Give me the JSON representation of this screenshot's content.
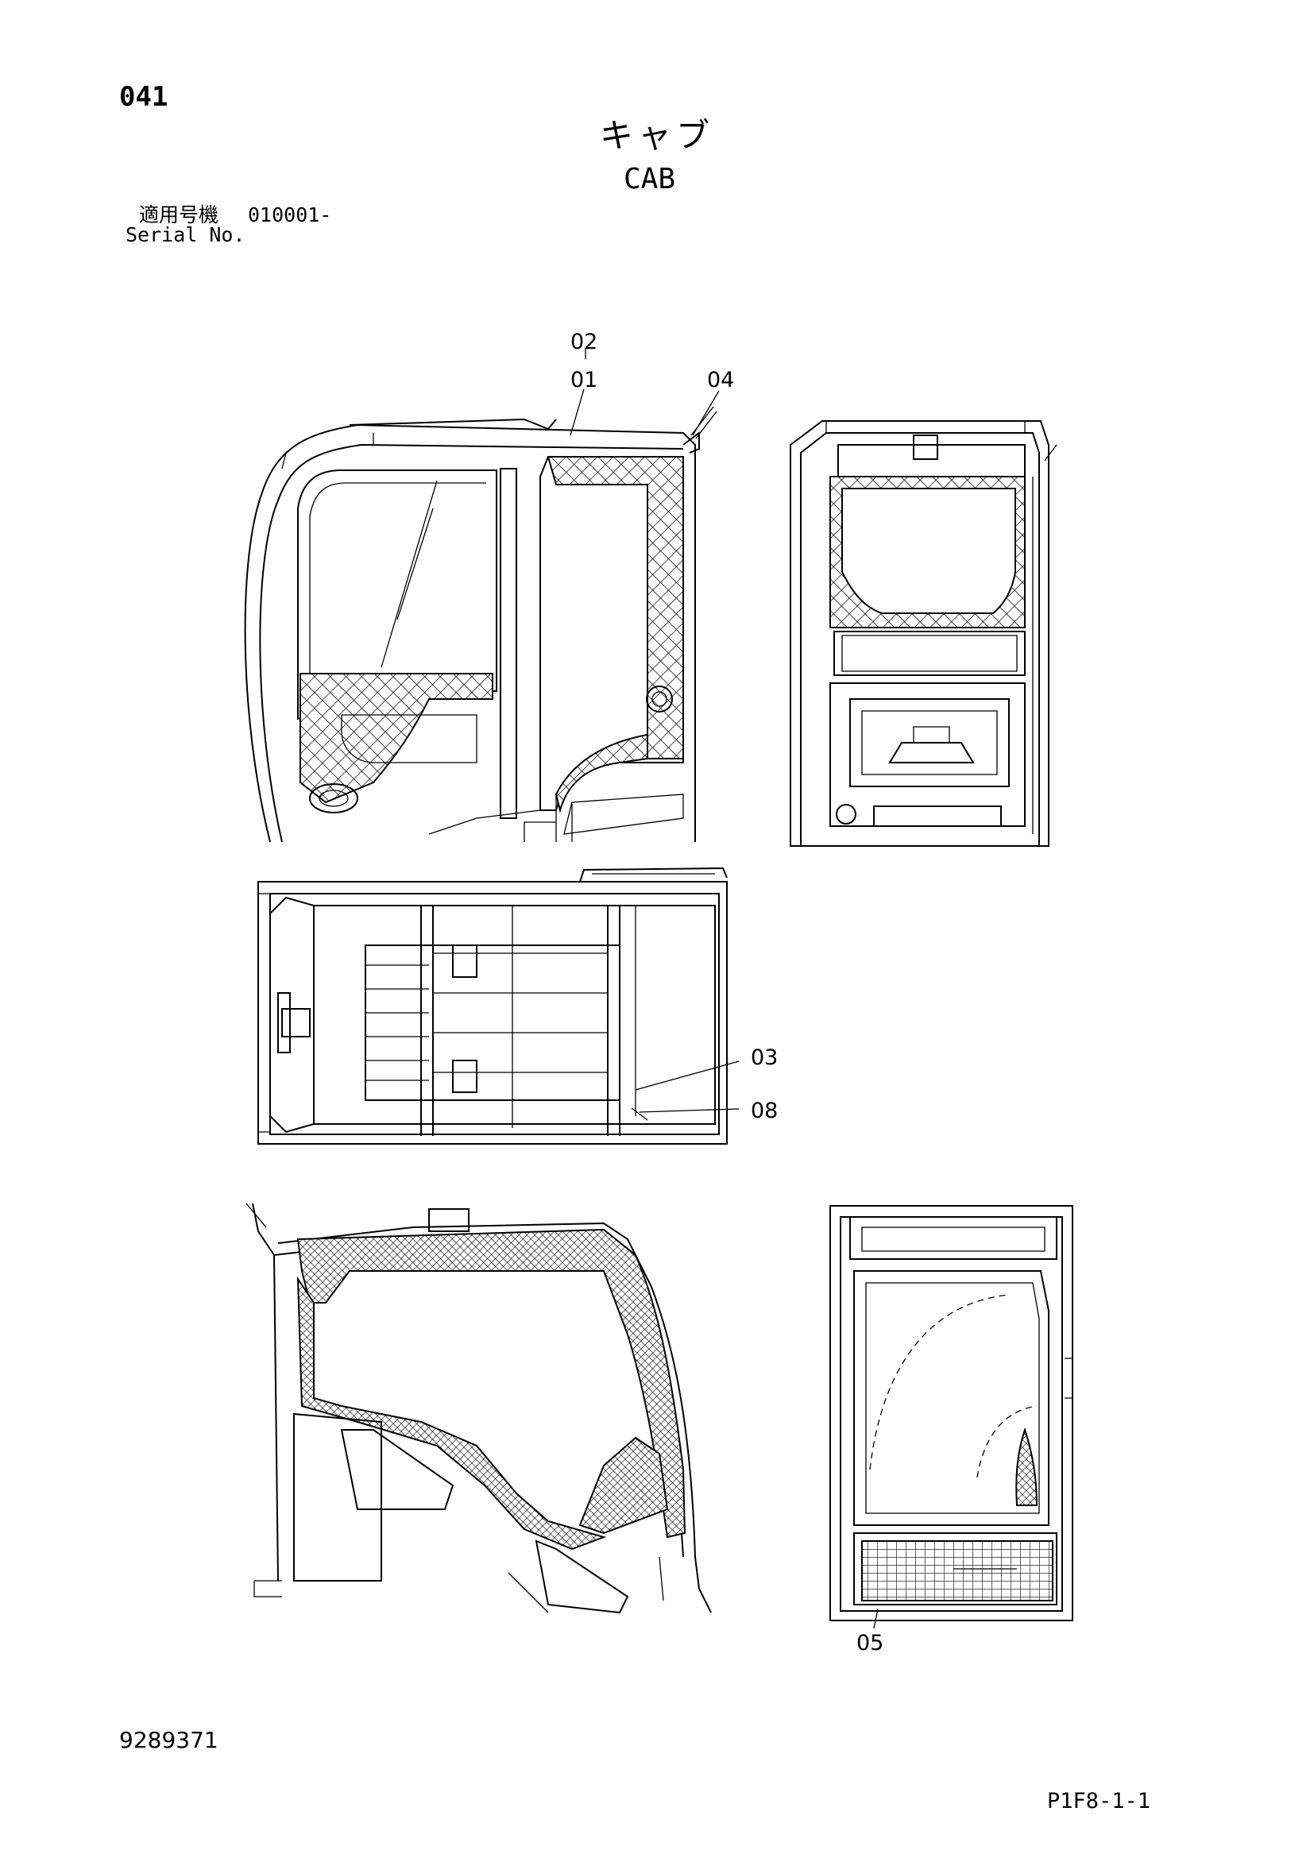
{
  "header": {
    "page_number": "041",
    "title_jp": "キャブ",
    "title_en": "CAB",
    "serial_label_jp": "適用号機",
    "serial_value": "010001-",
    "serial_label_en": "Serial No."
  },
  "callouts": [
    {
      "id": "02"
    },
    {
      "id": "01"
    },
    {
      "id": "04"
    },
    {
      "id": "03"
    },
    {
      "id": "08"
    },
    {
      "id": "05"
    }
  ],
  "footer": {
    "document_number": "9289371",
    "sheet_code": "P1F8-1-1"
  }
}
